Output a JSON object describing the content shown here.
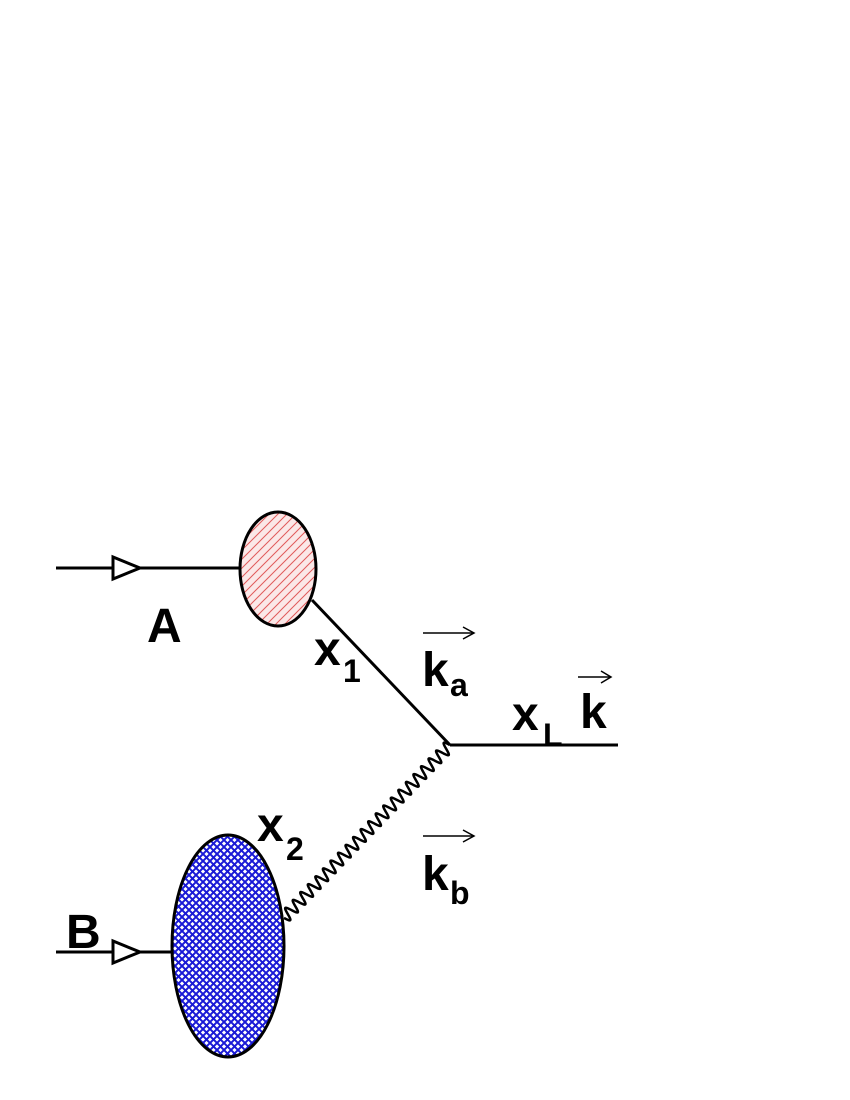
{
  "diagram": {
    "labels": {
      "A": "A",
      "B": "B",
      "x1": "x",
      "x1_sub": "1",
      "x2": "x",
      "x2_sub": "2",
      "ka": "k",
      "ka_sub": "a",
      "kb": "k",
      "kb_sub": "b",
      "xL": "x",
      "xL_sub": "L",
      "k": "k"
    },
    "colors": {
      "line": "#000000",
      "blob_A_hatch": "#e05a5a",
      "blob_A_fill": "#fbe8e8",
      "blob_B_hatch": "#1a1ad6",
      "blob_B_fill": "#ffffff"
    }
  }
}
